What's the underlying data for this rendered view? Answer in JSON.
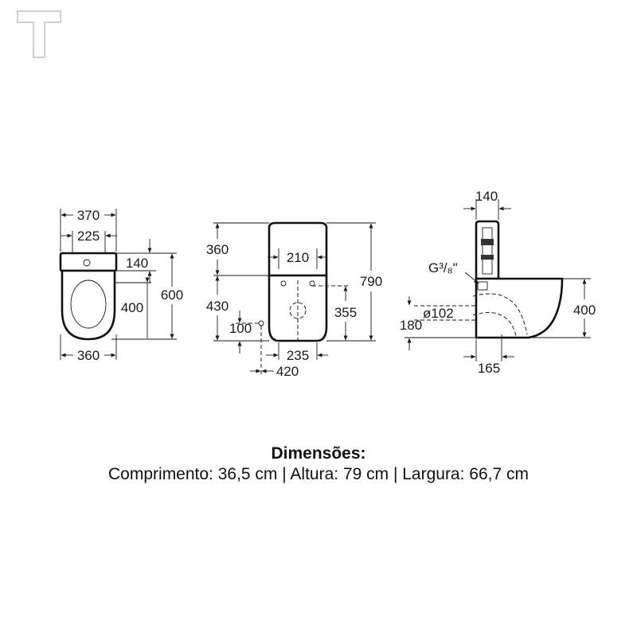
{
  "logo": {
    "letter": "T"
  },
  "views": {
    "top": {
      "overall_width": "370",
      "bolt_spacing": "225",
      "tank_depth": "140",
      "bowl_length": "400",
      "total_length": "600",
      "base_width": "360"
    },
    "front": {
      "tank_height": "360",
      "tank_width": "210",
      "total_height": "790",
      "bowl_height": "430",
      "inlet_height": "355",
      "water_inlet_height": "100",
      "base_width": "235",
      "inlet_offset": "420"
    },
    "side": {
      "tank_top_depth": "140",
      "valve_thread": "G³/₈\"",
      "outlet_diameter": "ø102",
      "outlet_height": "180",
      "bowl_height": "400",
      "outlet_offset": "165"
    }
  },
  "caption": {
    "title": "Dimensões:",
    "specs": "Comprimento: 36,5 cm | Altura: 79 cm | Largura: 66,7 cm"
  }
}
